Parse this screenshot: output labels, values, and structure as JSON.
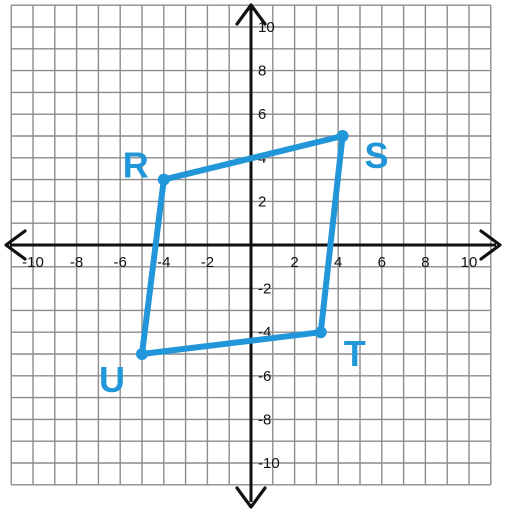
{
  "graph": {
    "x_range": [
      -11,
      11
    ],
    "y_range": [
      -11,
      11
    ],
    "x_tick_labels": [
      {
        "value": -10,
        "text": "-10"
      },
      {
        "value": -8,
        "text": "-8"
      },
      {
        "value": -6,
        "text": "-6"
      },
      {
        "value": -4,
        "text": "-4"
      },
      {
        "value": -2,
        "text": "-2"
      },
      {
        "value": 2,
        "text": "2"
      },
      {
        "value": 4,
        "text": "4"
      },
      {
        "value": 6,
        "text": "6"
      },
      {
        "value": 8,
        "text": "8"
      },
      {
        "value": 10,
        "text": "10"
      }
    ],
    "y_tick_labels": [
      {
        "value": 10,
        "text": "10"
      },
      {
        "value": 8,
        "text": "8"
      },
      {
        "value": 6,
        "text": "6"
      },
      {
        "value": 4,
        "text": "4"
      },
      {
        "value": 2,
        "text": "2"
      },
      {
        "value": -2,
        "text": "-2"
      },
      {
        "value": -4,
        "text": "-4"
      },
      {
        "value": -6,
        "text": "-6"
      },
      {
        "value": -8,
        "text": "-8"
      },
      {
        "value": -10,
        "text": "-10"
      }
    ],
    "grid": true
  },
  "shape": {
    "color": "#2196d8",
    "vertices": [
      {
        "label": "R",
        "x": -4,
        "y": 3
      },
      {
        "label": "S",
        "x": 4.2,
        "y": 5
      },
      {
        "label": "T",
        "x": 3.2,
        "y": -4
      },
      {
        "label": "U",
        "x": -5,
        "y": -5
      }
    ]
  }
}
